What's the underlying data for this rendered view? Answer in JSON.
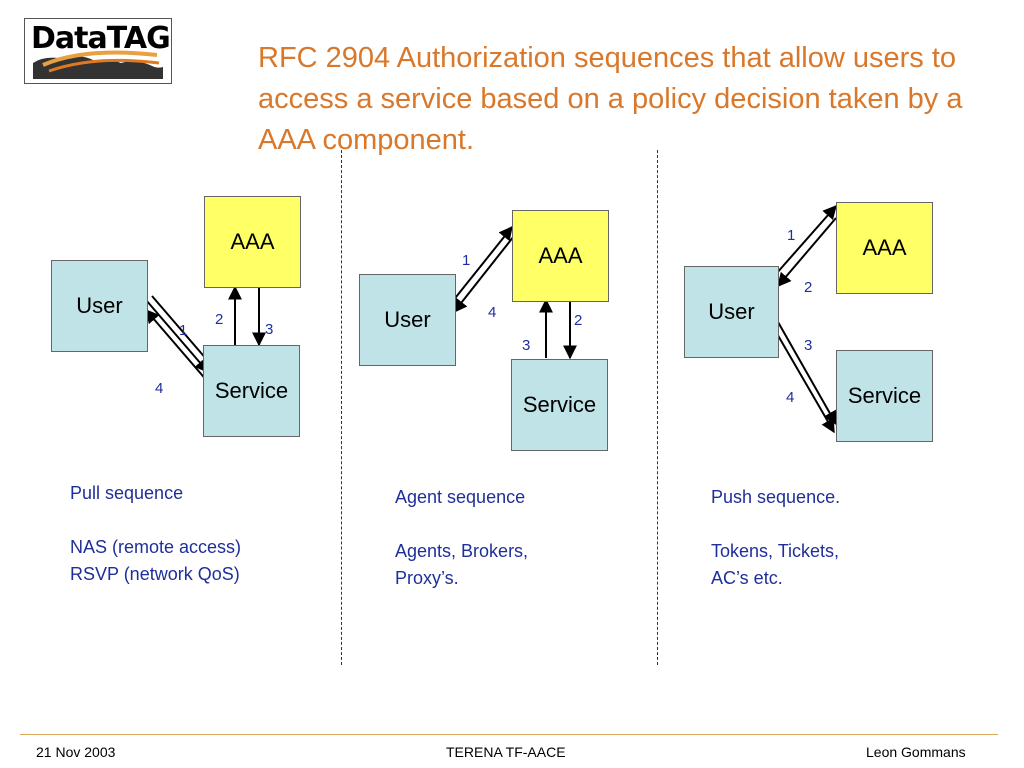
{
  "logo": {
    "text": "DataTAG"
  },
  "title": "RFC 2904 Authorization sequences that allow users to access a service based on a policy decision taken by a AAA component.",
  "panels": [
    {
      "aaa": "AAA",
      "user": "User",
      "service": "Service",
      "steps": [
        "1",
        "2",
        "3",
        "4"
      ],
      "caption": {
        "line1": "Pull sequence",
        "line2": "NAS (remote access)",
        "line3": "RSVP (network QoS)"
      }
    },
    {
      "aaa": "AAA",
      "user": "User",
      "service": "Service",
      "steps": [
        "1",
        "4",
        "2",
        "3"
      ],
      "caption": {
        "line1": "Agent sequence",
        "line2": "Agents, Brokers,",
        "line3": "Proxy’s."
      }
    },
    {
      "aaa": "AAA",
      "user": "User",
      "service": "Service",
      "steps": [
        "1",
        "2",
        "3",
        "4"
      ],
      "caption": {
        "line1": "Push sequence.",
        "line2": "Tokens, Tickets,",
        "line3": "AC’s etc."
      }
    }
  ],
  "footer": {
    "left": "21 Nov 2003",
    "center": "TERENA TF-AACE",
    "right": "Leon Gommans"
  },
  "colors": {
    "title": "#d9782a",
    "aaa_box": "#ffff66",
    "user_box": "#bfe3e6",
    "labels": "#1f2f9a"
  }
}
